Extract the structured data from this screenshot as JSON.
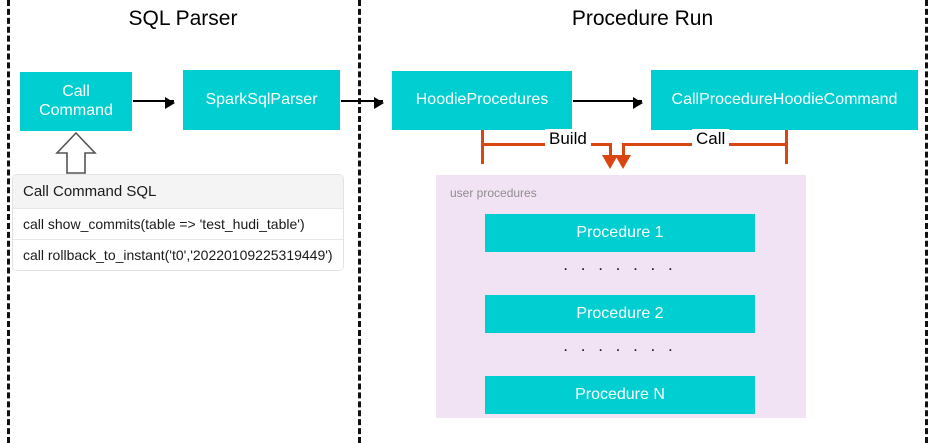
{
  "diagram": {
    "sections": [
      {
        "title": "SQL Parser"
      },
      {
        "title": "Procedure Run"
      }
    ],
    "nodes": {
      "call_command": "Call\nCommand",
      "call_command_line1": "Call",
      "call_command_line2": "Command",
      "spark_sql_parser": "SparkSqlParser",
      "hoodie_procedures": "HoodieProcedures",
      "call_procedure_hoodie_command": "CallProcedureHoodieCommand"
    },
    "edge_labels": {
      "build": "Build",
      "call": "Call"
    },
    "sql_table": {
      "header": "Call Command SQL",
      "rows": [
        "call show_commits(table => 'test_hudi_table')",
        "call rollback_to_instant('t0','20220109225319449')"
      ]
    },
    "user_procedures": {
      "caption": "user procedures",
      "items": [
        "Procedure 1",
        "Procedure 2",
        "Procedure N"
      ],
      "ellipsis": ". . . . . . ."
    },
    "colors": {
      "node_fill": "#00CED1",
      "node_text": "#FFFFFF",
      "panel_fill": "#F2E3F4",
      "connector_orange": "#D94612",
      "arrow_black": "#000000",
      "divider": "#111111",
      "caption_gray": "#8D8D8D"
    }
  }
}
